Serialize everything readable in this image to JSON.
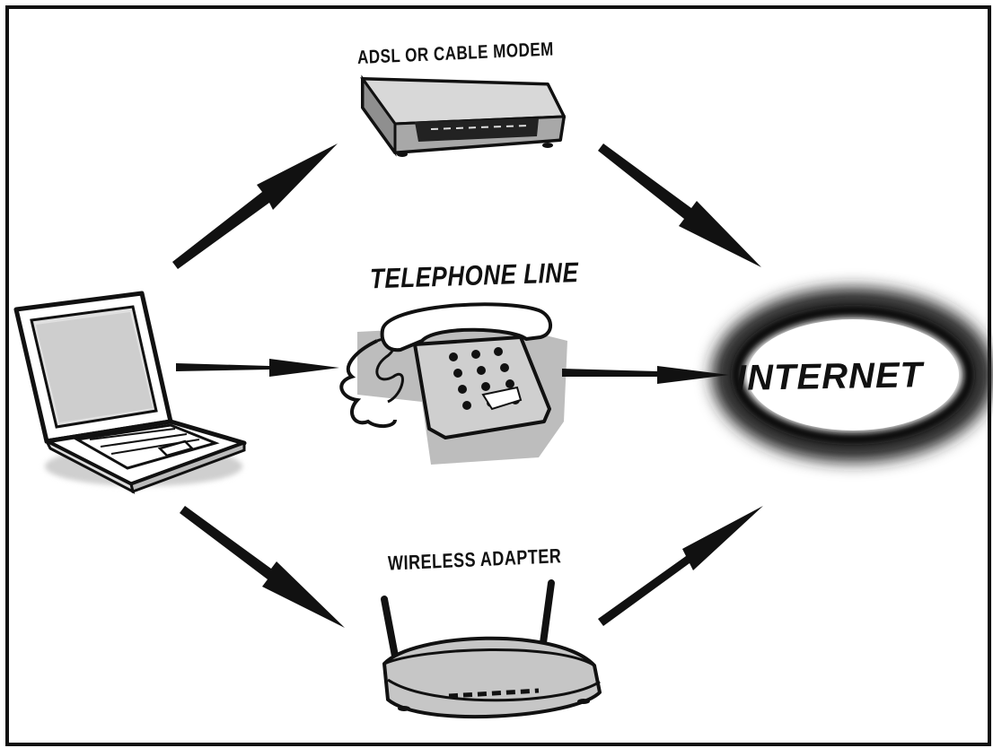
{
  "nodes": {
    "modem": {
      "label": "ADSL OR CABLE MODEM"
    },
    "phone": {
      "label": "TELEPHONE LINE"
    },
    "wireless": {
      "label": "WIRELESS ADAPTER"
    },
    "internet": {
      "label": "INTERNET"
    }
  },
  "colors": {
    "ink": "#111111",
    "shade_gray": "#9a9a9a",
    "device_gray": "#c8c8c8",
    "dark_gray": "#555555"
  },
  "edges": [
    {
      "from": "laptop",
      "to": "modem"
    },
    {
      "from": "modem",
      "to": "internet"
    },
    {
      "from": "laptop",
      "to": "phone"
    },
    {
      "from": "phone",
      "to": "internet"
    },
    {
      "from": "laptop",
      "to": "wireless"
    },
    {
      "from": "wireless",
      "to": "internet"
    }
  ]
}
